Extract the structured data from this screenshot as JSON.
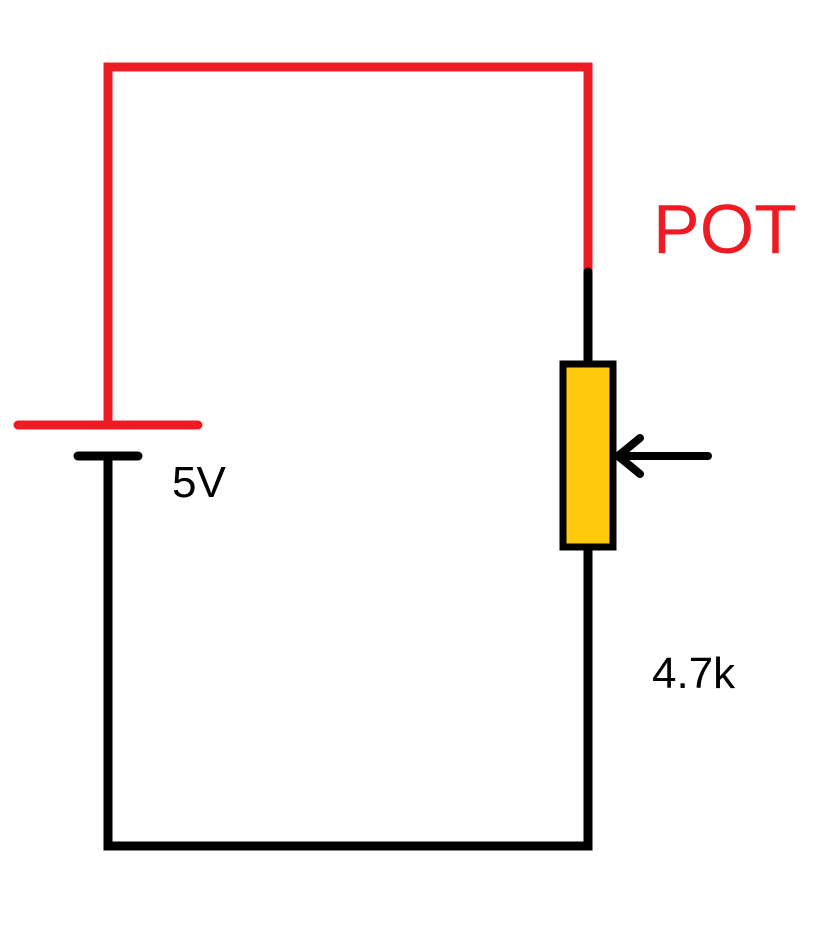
{
  "labels": {
    "battery_voltage": "5V",
    "pot_label": "POT",
    "pot_resistance": "4.7k"
  },
  "colors": {
    "positive_wire": "#ED1C24",
    "negative_wire": "#000000",
    "pot_body": "#FFC90E",
    "outline": "#000000"
  },
  "icons": {
    "battery": "battery-symbol-icon",
    "potentiometer": "potentiometer-symbol-icon",
    "wiper": "wiper-arrow-icon"
  }
}
